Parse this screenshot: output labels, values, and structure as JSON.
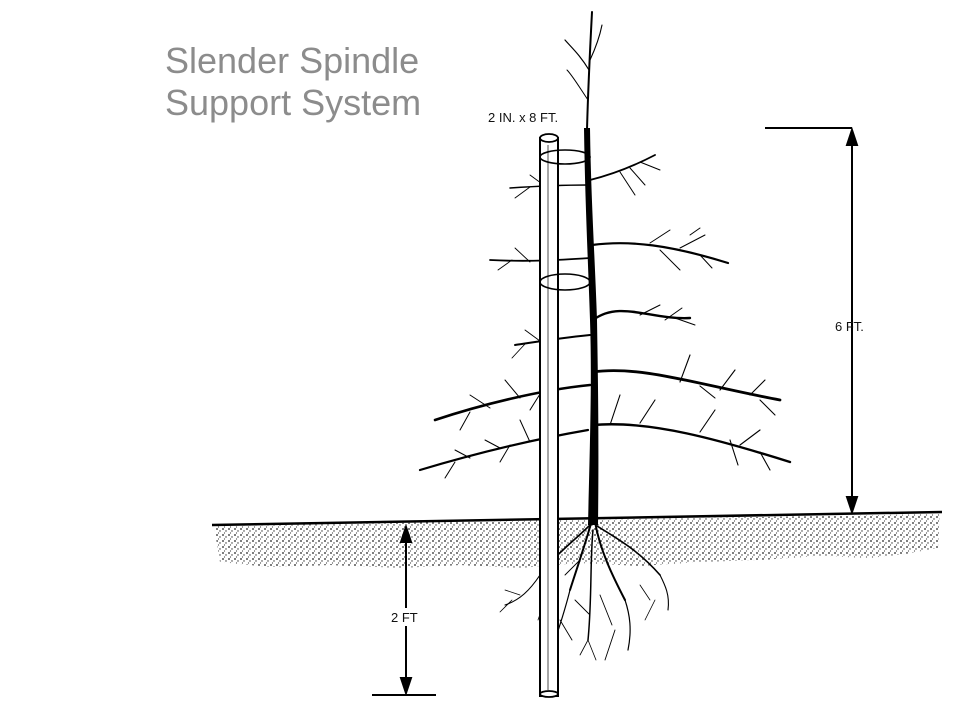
{
  "slide": {
    "title_line1": "Slender Spindle",
    "title_line2": "Support System"
  },
  "diagram": {
    "stake_label": "2 IN. x 8 FT.",
    "height_label": "6 FT.",
    "depth_label": "2 FT"
  }
}
